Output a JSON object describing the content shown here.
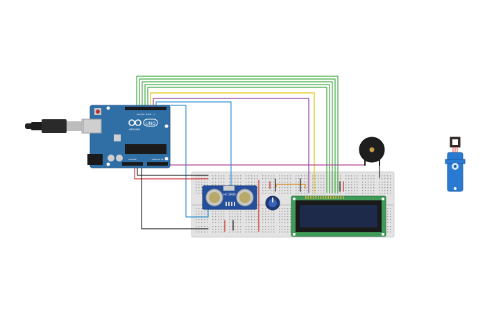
{
  "arduino": {
    "logo": "UNO",
    "brand": "ARDUINO",
    "power_header": "POWER",
    "analog_header": "ANALOG IN",
    "digital_header": "DIGITAL (PWM ~)"
  },
  "ultrasonic": {
    "model": "HC-SR04"
  },
  "colors": {
    "board": "#2f6fa6",
    "breadboard": "#e4e4e4",
    "lcd_frame": "#3f9b57",
    "lcd_screen": "#1d2a4a",
    "wire_green": "#3daa3d",
    "wire_yellow": "#e5c000",
    "wire_purple": "#9b3a9b",
    "wire_blue": "#2a8fd0",
    "wire_red": "#d33",
    "wire_black": "#222",
    "servo": "#2a7ad1"
  },
  "icons": [
    "usb-plug-icon",
    "buzzer-icon",
    "potentiometer-icon",
    "servo-icon"
  ]
}
